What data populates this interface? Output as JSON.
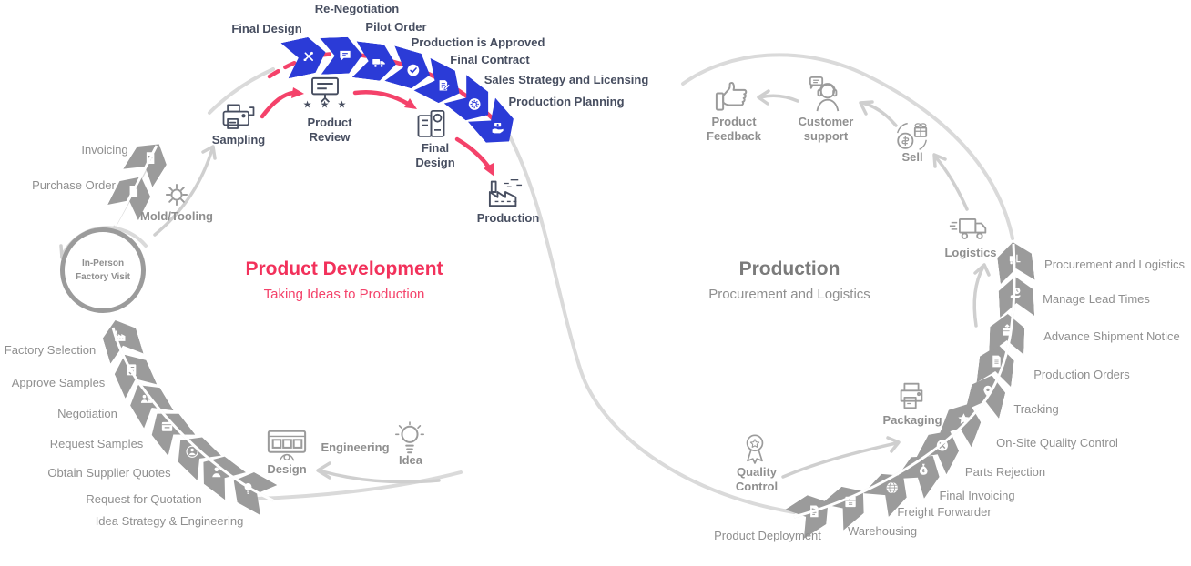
{
  "left_cycle": {
    "title": "Product Development",
    "subtitle": "Taking Ideas to Production",
    "top_steps": [
      {
        "label": "Final Design",
        "icon": "tools-icon"
      },
      {
        "label": "Re-Negotiation",
        "icon": "chat-icon"
      },
      {
        "label": "Pilot Order",
        "icon": "truck-icon"
      },
      {
        "label": "Production is Approved",
        "icon": "check-icon"
      },
      {
        "label": "Final Contract",
        "icon": "contract-icon"
      },
      {
        "label": "Sales Strategy and Licensing",
        "icon": "strategy-icon"
      },
      {
        "label": "Production Planning",
        "icon": "money-icon"
      }
    ],
    "side_steps": [
      {
        "label": "Purchase Order",
        "icon": "file-icon"
      },
      {
        "label": "Invoicing",
        "icon": "invoice-icon"
      }
    ],
    "bottom_steps": [
      {
        "label": "Idea Strategy & Engineering",
        "icon": "bulb-icon"
      },
      {
        "label": "Request for Quotation",
        "icon": "user-icon"
      },
      {
        "label": "Obtain Supplier Quotes",
        "icon": "user-circle-icon"
      },
      {
        "label": "Request Samples",
        "icon": "browser-icon"
      },
      {
        "label": "Negotiation",
        "icon": "people-icon"
      },
      {
        "label": "Approve Samples",
        "icon": "clipboard-icon"
      },
      {
        "label": "Factory Selection",
        "icon": "factory-icon"
      }
    ],
    "nodes": {
      "sampling": {
        "label": "Sampling",
        "icon": "sampler-icon"
      },
      "mold_tooling": {
        "label": "Mold/Tooling",
        "icon": "gear-icon"
      },
      "product_review": {
        "label": "Product Review",
        "icon": "review-icon",
        "stars": "★ ★ ★"
      },
      "final_design": {
        "label": "Final Design",
        "icon": "plotter-icon"
      },
      "production": {
        "label": "Production",
        "icon": "factory-lg-icon"
      },
      "design": {
        "label": "Design",
        "icon": "design-icon"
      },
      "engineering": {
        "label": "Engineering"
      },
      "idea": {
        "label": "Idea",
        "icon": "idea-icon"
      },
      "factory_visit": {
        "label": "In-Person Factory Visit"
      }
    }
  },
  "right_cycle": {
    "title": "Production",
    "subtitle": "Procurement and Logistics",
    "chain_steps": [
      {
        "label": "Product Deployment",
        "icon": "deploy-icon"
      },
      {
        "label": "Warehousing",
        "icon": "warehouse-icon"
      },
      {
        "label": "Freight Forwarder",
        "icon": "globe-icon"
      },
      {
        "label": "Final Invoicing",
        "icon": "moneybag-icon"
      },
      {
        "label": "Parts Rejection",
        "icon": "reject-icon"
      },
      {
        "label": "On-Site Quality Control",
        "icon": "star-icon"
      },
      {
        "label": "Tracking",
        "icon": "pin-icon"
      },
      {
        "label": "Production Orders",
        "icon": "doc-icon"
      },
      {
        "label": "Advance Shipment Notice",
        "icon": "shipment-icon"
      },
      {
        "label": "Manage Lead Times",
        "icon": "leadtime-icon"
      },
      {
        "label": "Procurement and Logistics",
        "icon": "forklift-icon"
      }
    ],
    "nodes": {
      "logistics": {
        "label": "Logistics",
        "icon": "logistics-icon"
      },
      "sell": {
        "label": "Sell",
        "icon": "sell-icon"
      },
      "customer_support": {
        "label": "Customer support",
        "icon": "support-icon"
      },
      "product_feedback": {
        "label": "Product Feedback",
        "icon": "thumbsup-icon"
      },
      "packaging": {
        "label": "Packaging",
        "icon": "packaging-icon"
      },
      "quality_control": {
        "label": "Quality Control",
        "icon": "medal-icon"
      }
    }
  },
  "colors": {
    "pink": "#F4426A",
    "blue": "#2B3BD7",
    "chevron_gray": "#9B9B9B",
    "arc_gray": "#DADADA",
    "slate": "#474E60",
    "label_gray": "#8F8F8F"
  }
}
